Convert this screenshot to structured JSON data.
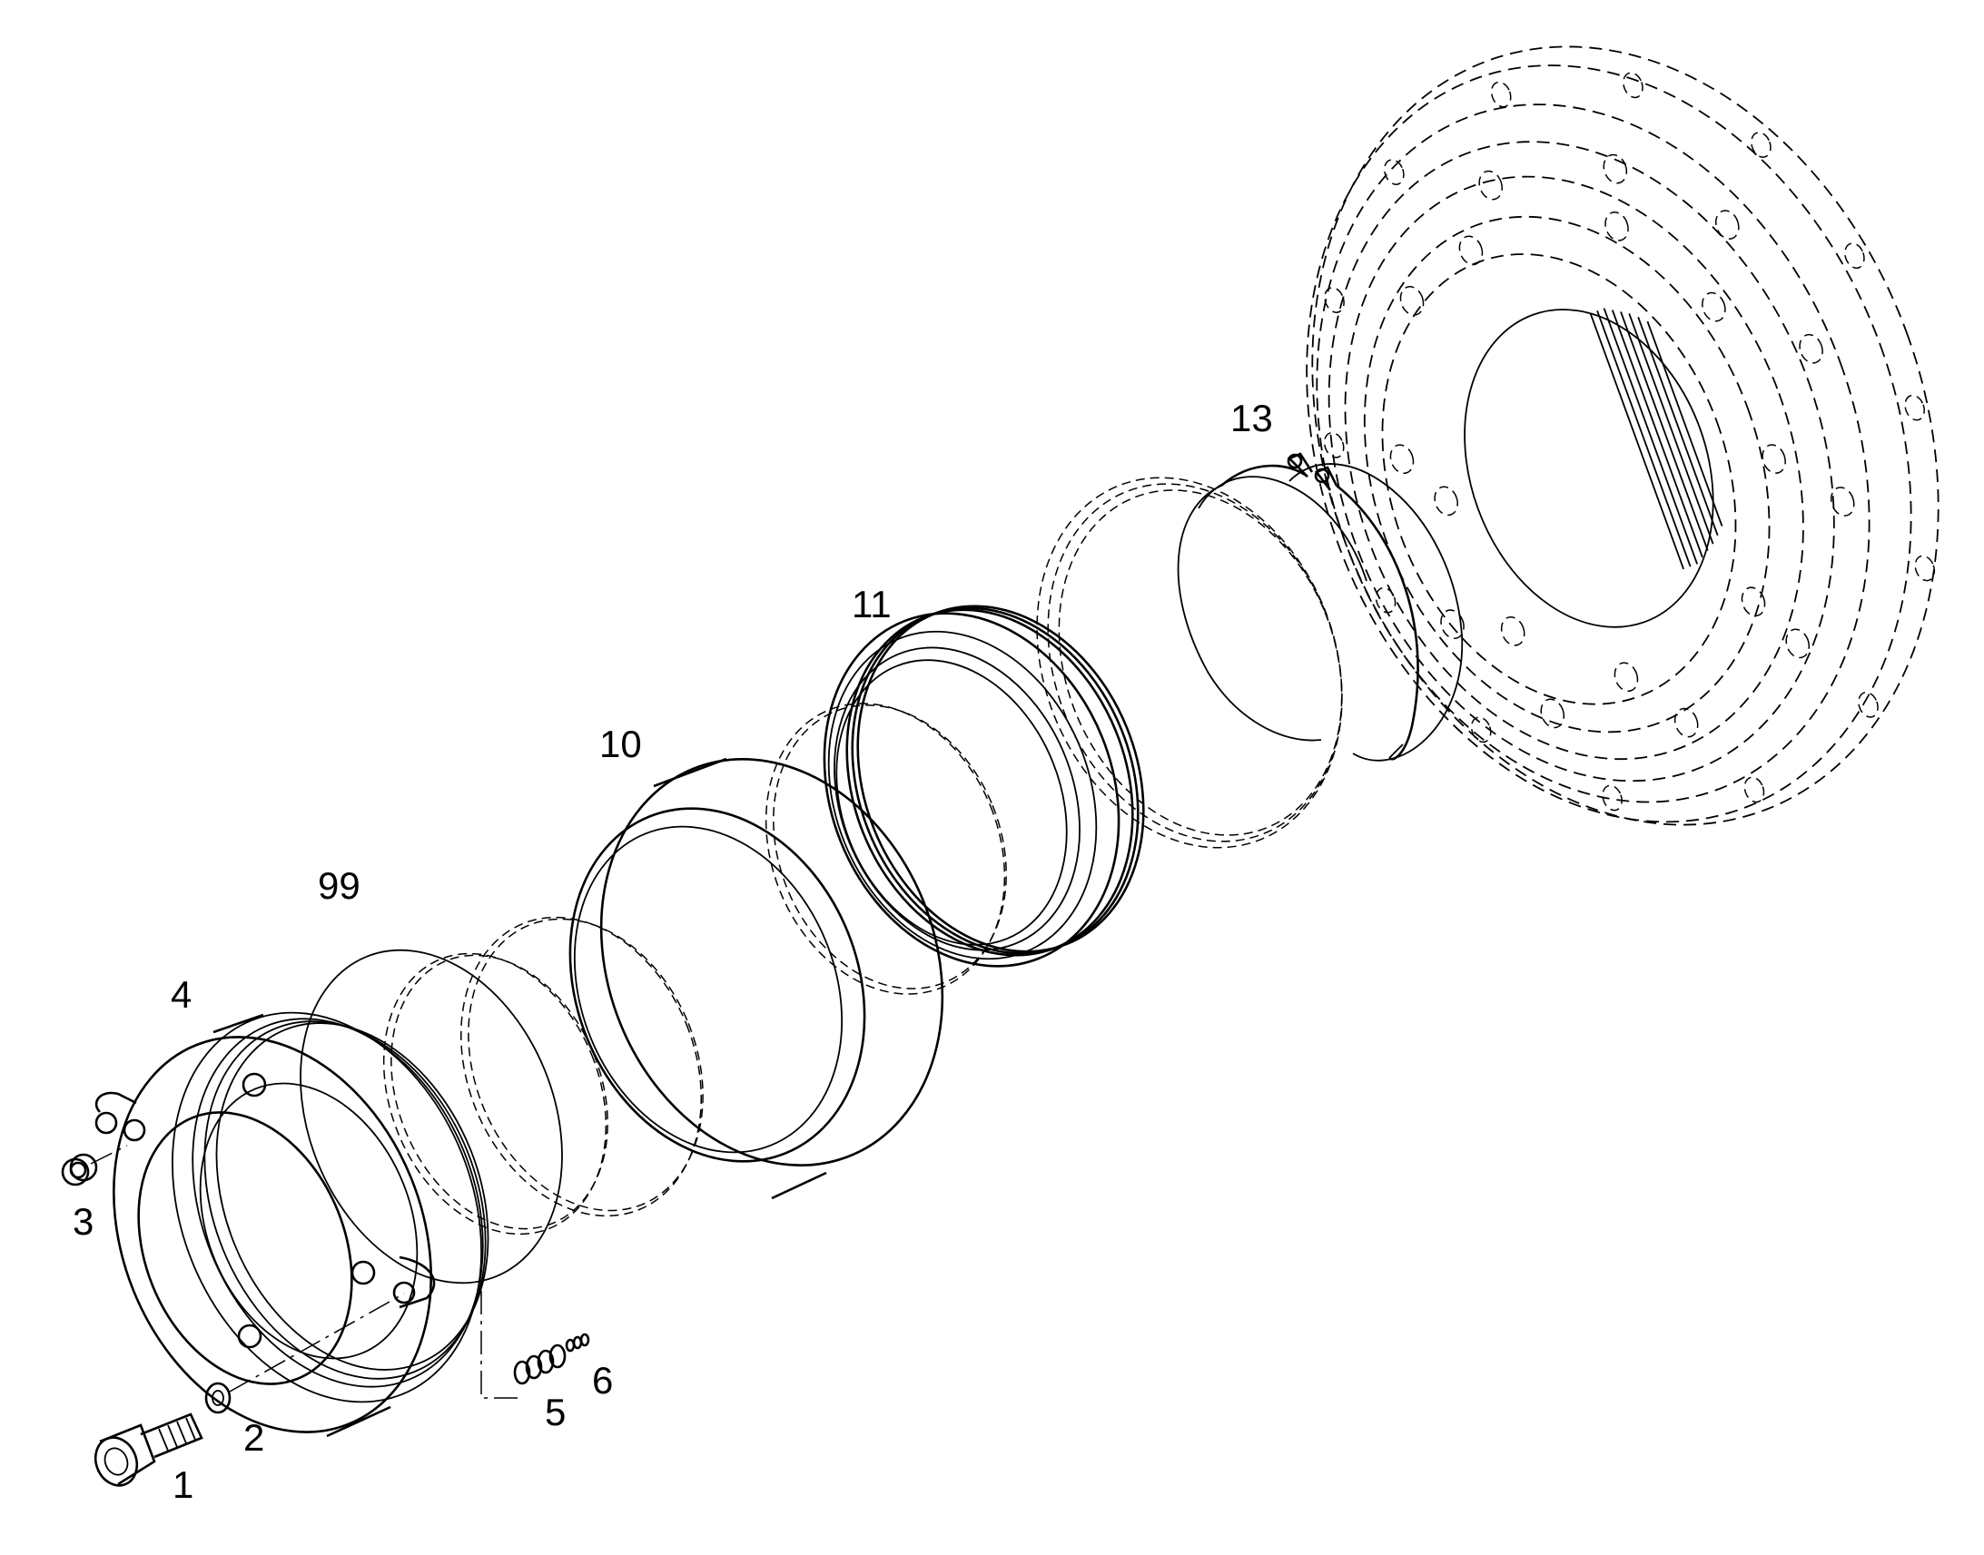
{
  "diagram": {
    "labels": {
      "part_1": "1",
      "part_2": "2",
      "part_3": "3",
      "part_4": "4",
      "part_5": "5",
      "part_6": "6",
      "part_10": "10",
      "part_11": "11",
      "part_13": "13",
      "part_99": "99"
    },
    "colors": {
      "line": "#000000",
      "background": "#ffffff"
    }
  }
}
